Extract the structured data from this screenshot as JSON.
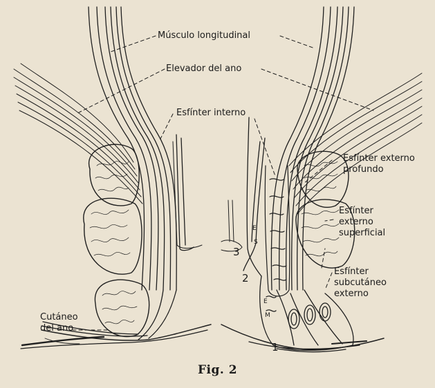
{
  "labels": {
    "musculo_longitudinal": "Músculo longitudinal",
    "elevador_del_ano": "Elevador del ano",
    "esfinter_interno": "Esfínter interno",
    "esfinter_externo_profundo_1": "Esfínter externo",
    "esfinter_externo_profundo_2": "profundo",
    "esfinter_externo_superficial_1": "Esfínter",
    "esfinter_externo_superficial_2": "externo",
    "esfinter_externo_superficial_3": "superficial",
    "esfinter_subcutaneo_externo_1": "Esfínter",
    "esfinter_subcutaneo_externo_2": "subcutáneo",
    "esfinter_subcutaneo_externo_3": "externo",
    "cutaneo_del_ano_1": "Cutáneo",
    "cutaneo_del_ano_2": "del ano"
  },
  "markers": {
    "n1": "1",
    "n2": "2",
    "n3": "3",
    "e_upper": "E",
    "s_upper": "S",
    "e_lower": "E",
    "m_lower": "M"
  },
  "caption": "Fig. 2",
  "colors": {
    "paper": "#ebe3d2",
    "ink": "#1b1b1b"
  }
}
